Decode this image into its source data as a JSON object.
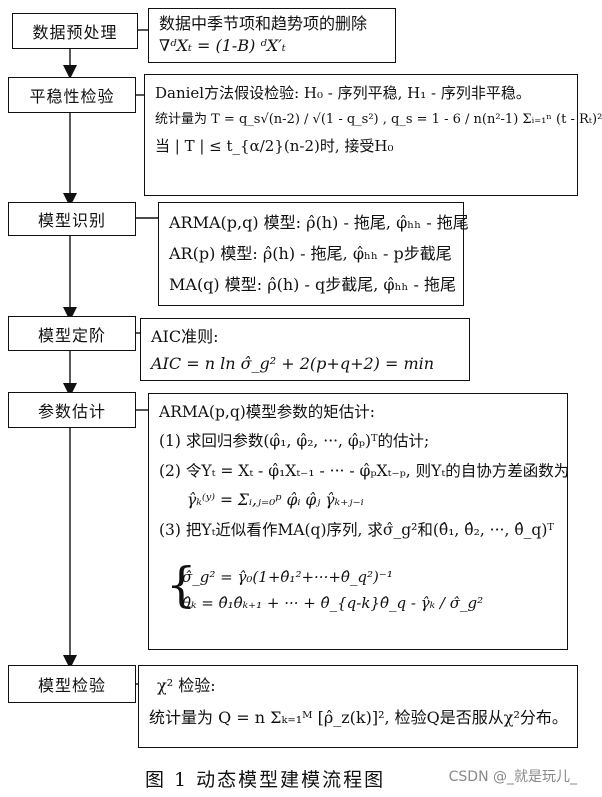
{
  "steps": [
    {
      "label": "数据预处理"
    },
    {
      "label": "平稳性检验"
    },
    {
      "label": "模型识别"
    },
    {
      "label": "模型定阶"
    },
    {
      "label": "参数估计"
    },
    {
      "label": "模型检验"
    }
  ],
  "preprocess": {
    "line1": "数据中季节项和趋势项的删除",
    "line2": "∇ᵈXₜ = (1-B) ᵈX′ₜ"
  },
  "stationarity": {
    "line1": "Daniel方法假设检验: H₀ - 序列平稳, H₁ - 序列非平稳。",
    "line2": "统计量为 T = q_s√(n-2) / √(1 - q_s²) ,  q_s = 1 - 6 / n(n²-1) Σᵢ₌₁ⁿ (t - Rₜ)²",
    "line3": "当 | T | ≤ t_{α/2}(n-2)时, 接受H₀"
  },
  "identification": {
    "line1": "ARMA(p,q) 模型: ρ̂(h) - 拖尾, φ̂ₕₕ - 拖尾",
    "line2": "AR(p) 模型: ρ̂(h) - 拖尾, φ̂ₕₕ - p步截尾",
    "line3": "MA(q) 模型: ρ̂(h) - q步截尾, φ̂ₕₕ - 拖尾"
  },
  "order": {
    "line1": "AIC准则:",
    "line2": "AIC = n ln σ̂_g² + 2(p+q+2) = min"
  },
  "estimation": {
    "line1": "ARMA(p,q)模型参数的矩估计:",
    "line2": "(1) 求回归参数(φ̂₁, φ̂₂, ···, φ̂ₚ)ᵀ的估计;",
    "line3": "(2) 令Yₜ = Xₜ - φ̂₁Xₜ₋₁ - ··· - φ̂ₚXₜ₋ₚ, 则Yₜ的自协方差函数为",
    "line4": "γ̂ₖ⁽ʸ⁾ = Σᵢ,ⱼ₌₀ᵖ φ̂ᵢ φ̂ⱼ γ̂ₖ₊ⱼ₋ᵢ",
    "line5": "(3) 把Yₜ近似看作MA(q)序列, 求σ̂_g²和(θ̂₁, θ̂₂, ···, θ̂_q)ᵀ",
    "sys1": "σ̂_g² = γ̂₀(1+θ̂₁²+···+θ̂_q²)⁻¹",
    "sys2": "θ̂ₖ = θ̂₁θ̂ₖ₊₁ + ··· + θ̂_{q-k}θ̂_q - γ̂ₖ / σ̂_g²"
  },
  "validation": {
    "line1": "χ² 检验:",
    "line2": "统计量为 Q = n Σₖ₌₁ᴹ [ρ̂_z(k)]², 检验Q是否服从χ²分布。"
  },
  "caption": "图 1    动态模型建模流程图",
  "watermark": "CSDN @_就是玩儿_"
}
